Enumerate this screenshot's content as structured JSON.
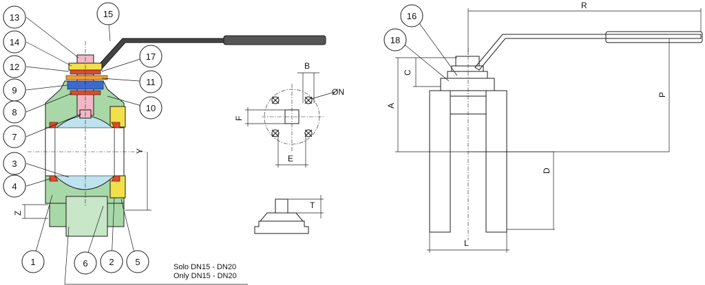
{
  "diagram": {
    "part_callouts": [
      "1",
      "2",
      "3",
      "4",
      "5",
      "6",
      "7",
      "8",
      "9",
      "10",
      "11",
      "12",
      "13",
      "14",
      "15",
      "16",
      "17",
      "18"
    ],
    "dimension_labels": {
      "B": "B",
      "E": "E",
      "F": "F",
      "N": "ØN",
      "T": "T",
      "Y": "Y",
      "Z": "Z",
      "R": "R",
      "C": "C",
      "A": "A",
      "P": "P",
      "D": "D",
      "L": "L"
    },
    "note_line1": "Solo DN15 - DN20",
    "note_line2": "Only DN15 - DN20",
    "colors": {
      "body_green": "#a8d8a8",
      "insert_yellow": "#f2e04a",
      "ball_blue": "#bfe3ee",
      "stem_pink": "#f2b8c6",
      "seal_red": "#e04a2a",
      "washer_orange": "#f0a030",
      "nut_yellow": "#f2e04a",
      "lever_dark": "#444444",
      "end_green": "#c8e6c8"
    }
  }
}
